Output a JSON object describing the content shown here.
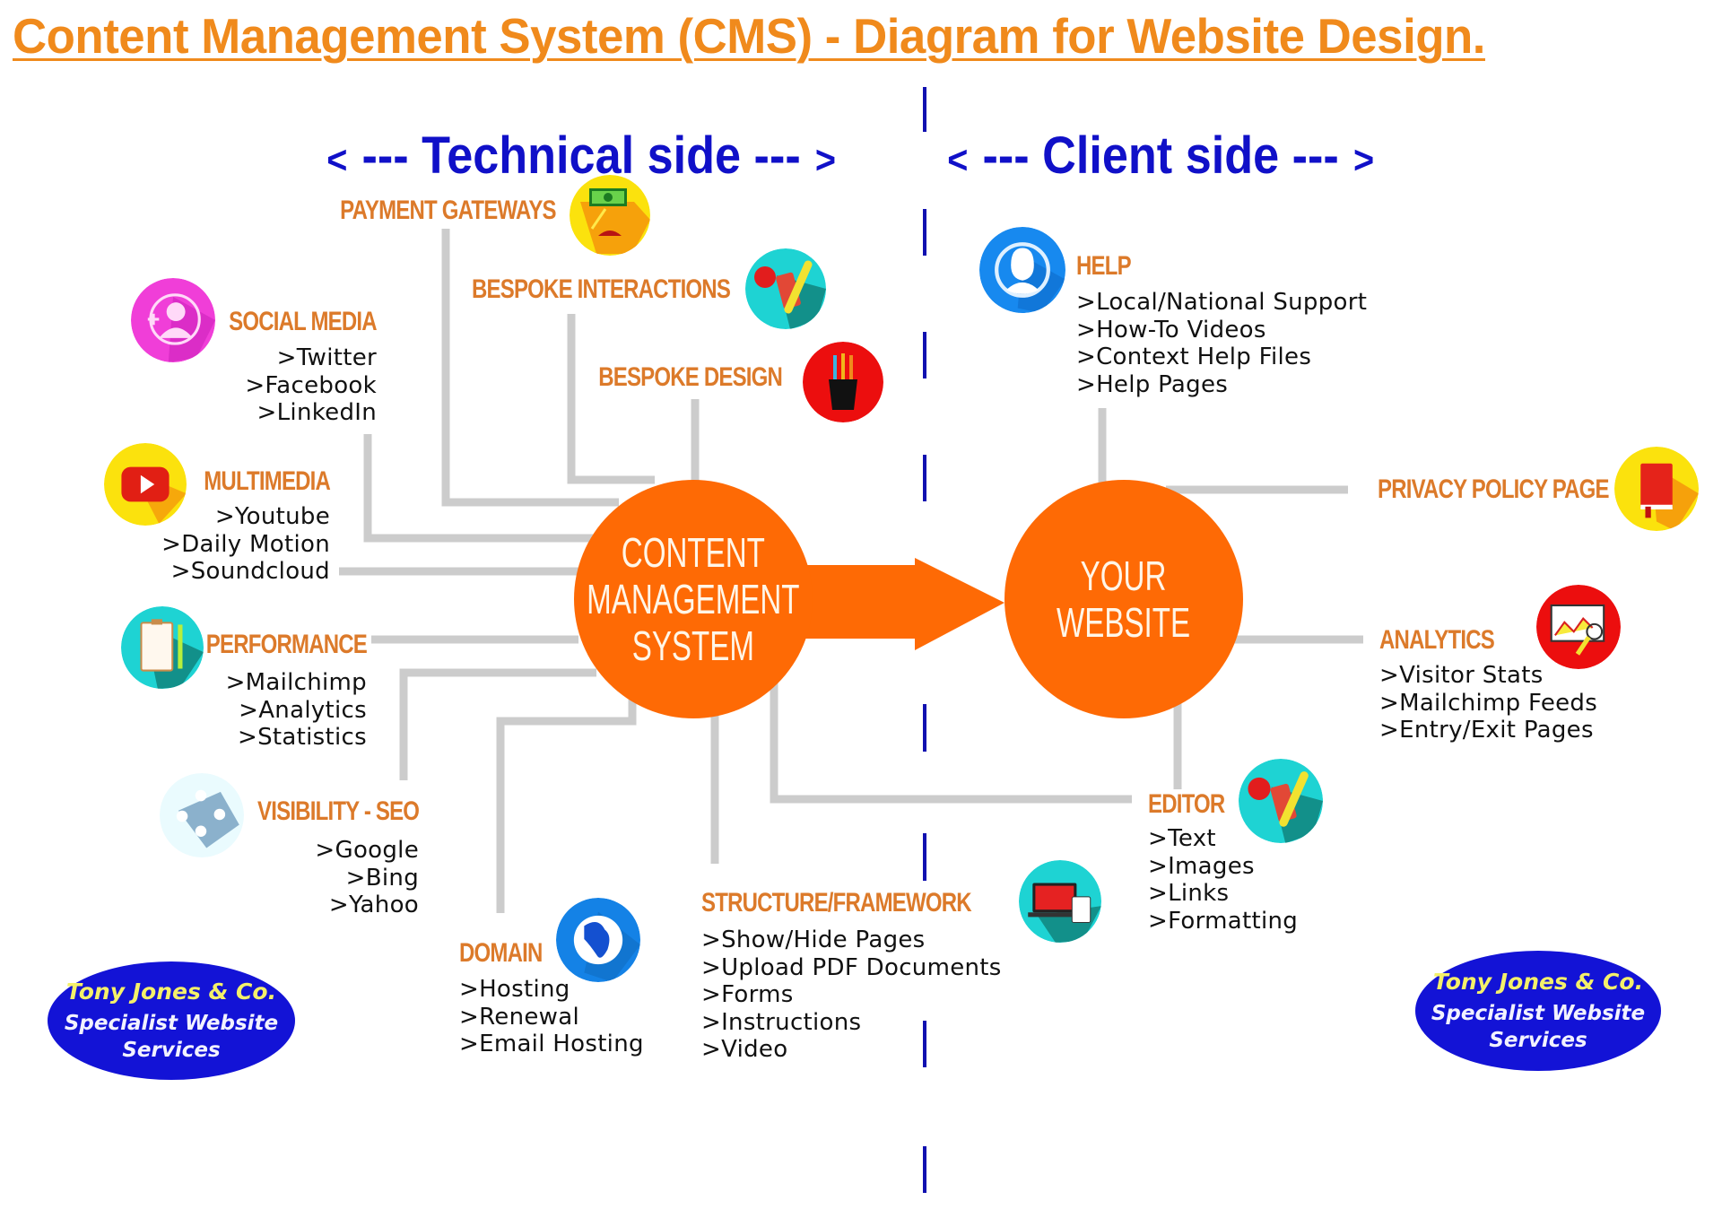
{
  "title": "Content Management System (CMS) - Diagram for Website Design.",
  "headers": {
    "technical": {
      "open": "<",
      "label": "--- Technical side ---",
      "close": ">"
    },
    "client": {
      "open": "<",
      "label": "--- Client side ---",
      "close": ">"
    }
  },
  "center": {
    "cms": [
      "CONTENT",
      "MANAGEMENT",
      "SYSTEM"
    ],
    "website": [
      "YOUR",
      "WEBSITE"
    ]
  },
  "categories": {
    "payment": {
      "label": "PAYMENT GATEWAYS",
      "icon": "money-transfer-icon",
      "items": []
    },
    "bespoke_interactions": {
      "label": "BESPOKE INTERACTIONS",
      "icon": "phone-pencil-icon",
      "items": []
    },
    "bespoke_design": {
      "label": "BESPOKE DESIGN",
      "icon": "pencil-cup-icon",
      "items": []
    },
    "social": {
      "label": "SOCIAL MEDIA",
      "icon": "add-user-icon",
      "items": [
        ">Twitter",
        ">Facebook",
        ">LinkedIn"
      ]
    },
    "multimedia": {
      "label": "MULTIMEDIA",
      "icon": "youtube-play-icon",
      "items": [
        ">Youtube",
        ">Daily Motion",
        ">Soundcloud"
      ]
    },
    "performance": {
      "label": "PERFORMANCE",
      "icon": "clipboard-icon",
      "items": [
        ">Mailchimp",
        ">Analytics",
        ">Statistics"
      ]
    },
    "seo": {
      "label": "VISIBILITY - SEO",
      "icon": "network-users-icon",
      "items": [
        ">Google",
        ">Bing",
        ">Yahoo"
      ]
    },
    "domain": {
      "label": "DOMAIN",
      "icon": "globe-icon",
      "items": [
        ">Hosting",
        ">Renewal",
        ">Email Hosting"
      ]
    },
    "structure": {
      "label": "STRUCTURE/FRAMEWORK",
      "icon": "laptop-tablet-icon",
      "items": [
        ">Show/Hide Pages",
        ">Upload PDF Documents",
        ">Forms",
        ">Instructions",
        ">Video"
      ]
    },
    "help": {
      "label": "HELP",
      "icon": "support-person-icon",
      "items": [
        ">Local/National Support",
        ">How-To Videos",
        ">Context Help Files",
        ">Help Pages"
      ]
    },
    "privacy": {
      "label": "PRIVACY POLICY PAGE",
      "icon": "book-icon",
      "items": []
    },
    "analytics": {
      "label": "ANALYTICS",
      "icon": "monitor-chart-icon",
      "items": [
        ">Visitor Stats",
        ">Mailchimp Feeds",
        ">Entry/Exit Pages"
      ]
    },
    "editor": {
      "label": "EDITOR",
      "icon": "phone-pencil-icon",
      "items": [
        ">Text",
        ">Images",
        ">Links",
        ">Formatting"
      ]
    }
  },
  "badge": {
    "line1": "Tony Jones & Co.",
    "line2": "Specialist Website",
    "line3": "Services"
  },
  "colors": {
    "title": "#f08a1c",
    "header": "#1010c8",
    "category": "#dc7a2a",
    "node": "#fe6a05",
    "connector": "#cccccc",
    "divider": "#1010b0",
    "badge": "#1313d6"
  }
}
